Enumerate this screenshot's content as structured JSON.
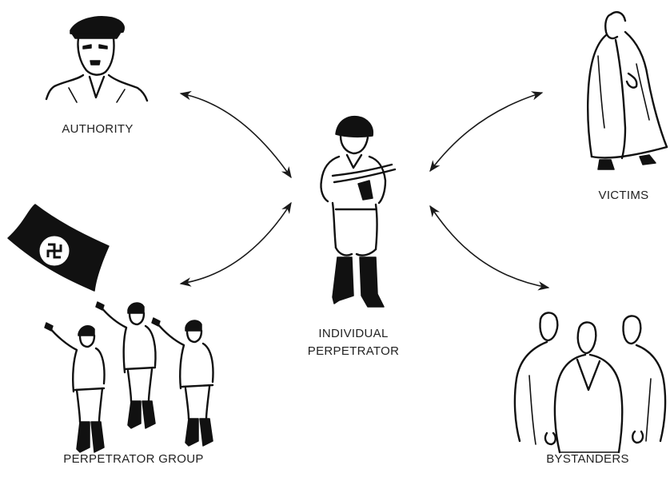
{
  "nodes": {
    "authority": "AUTHORITY",
    "victims": "VICTIMS",
    "individual_line1": "INDIVIDUAL",
    "individual_line2": "PERPETRATOR",
    "group": "PERPETRATOR GROUP",
    "bystanders": "BYSTANDERS"
  },
  "edges": [
    {
      "from": "authority",
      "to": "individual_perpetrator",
      "bidirectional": true
    },
    {
      "from": "victims",
      "to": "individual_perpetrator",
      "bidirectional": true
    },
    {
      "from": "perpetrator_group",
      "to": "individual_perpetrator",
      "bidirectional": true
    },
    {
      "from": "bystanders",
      "to": "individual_perpetrator",
      "bidirectional": true
    }
  ],
  "icons": [
    "officer-portrait-icon",
    "coated-victim-icon",
    "soldier-with-rifle-icon",
    "swastika-flag-icon",
    "saluting-soldiers-icon",
    "bystanders-crowd-icon"
  ]
}
